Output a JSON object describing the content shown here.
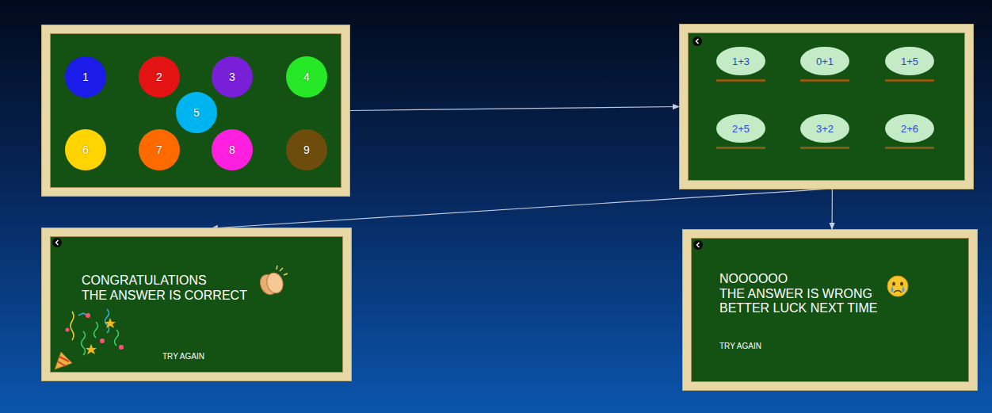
{
  "diagram": {
    "nodes": [
      {
        "text": []
      },
      {
        "text": [
          "1"
        ],
        "in": 0
      },
      {
        "text": [
          "2"
        ],
        "in": 0
      },
      {
        "text": [
          "3"
        ],
        "in": 0
      },
      {
        "text": [
          "4"
        ],
        "in": 0
      },
      {
        "text": [
          "5"
        ],
        "in": 0
      },
      {
        "text": [
          "6"
        ],
        "in": 0
      },
      {
        "text": [
          "7"
        ],
        "in": 0
      },
      {
        "text": [
          "8"
        ],
        "in": 0
      },
      {
        "text": [
          "9"
        ],
        "in": 0
      },
      {
        "text": []
      },
      {
        "text": [
          "1+3"
        ],
        "in": 10
      },
      {
        "text": [
          "0+1"
        ],
        "in": 10
      },
      {
        "text": [
          "1+5"
        ],
        "in": 10
      },
      {
        "text": [
          "2+5"
        ],
        "in": 10
      },
      {
        "text": [
          "3+2"
        ],
        "in": 10
      },
      {
        "text": [
          "2+6"
        ],
        "in": 10
      },
      {
        "text": [
          "CONGRATULATIONS",
          "THE ANSWER IS CORRECT",
          "TRY AGAIN"
        ]
      },
      {
        "text": [
          "NOOOOOO",
          "THE ANSWER IS WRONG BETTER LUCK NEXT TIME",
          "TRY AGAIN"
        ]
      }
    ],
    "edges": [
      {
        "from": 0,
        "to": 10,
        "arrow": "to"
      },
      {
        "from": 10,
        "to": 17,
        "arrow": "to"
      },
      {
        "from": 10,
        "to": 18,
        "arrow": "to"
      }
    ]
  }
}
